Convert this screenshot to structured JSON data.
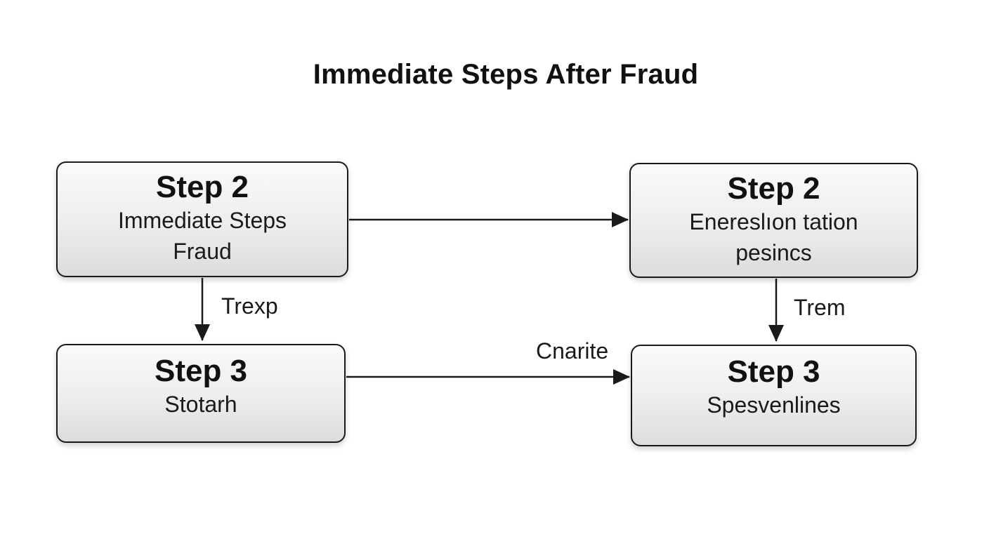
{
  "diagram": {
    "title": "Immediate Steps After Fraud",
    "nodes": [
      {
        "id": "box-tl",
        "heading": "Step 2",
        "text": "Immediate  Steps\nFraud"
      },
      {
        "id": "box-tr",
        "heading": "Step 2",
        "text": "Enereslıon tation\npesincs"
      },
      {
        "id": "box-bl",
        "heading": "Step 3",
        "text": "Stotarh"
      },
      {
        "id": "box-br",
        "heading": "Step 3",
        "text": "Spesvenlines"
      }
    ],
    "edge_labels": {
      "left_down": "Trexp",
      "right_down": "Trem",
      "bottom_across": "Cnarite"
    },
    "colors": {
      "stroke": "#1a1a1a",
      "box_fill_top": "#fafafa",
      "box_fill_bottom": "#dcdcdc"
    }
  }
}
